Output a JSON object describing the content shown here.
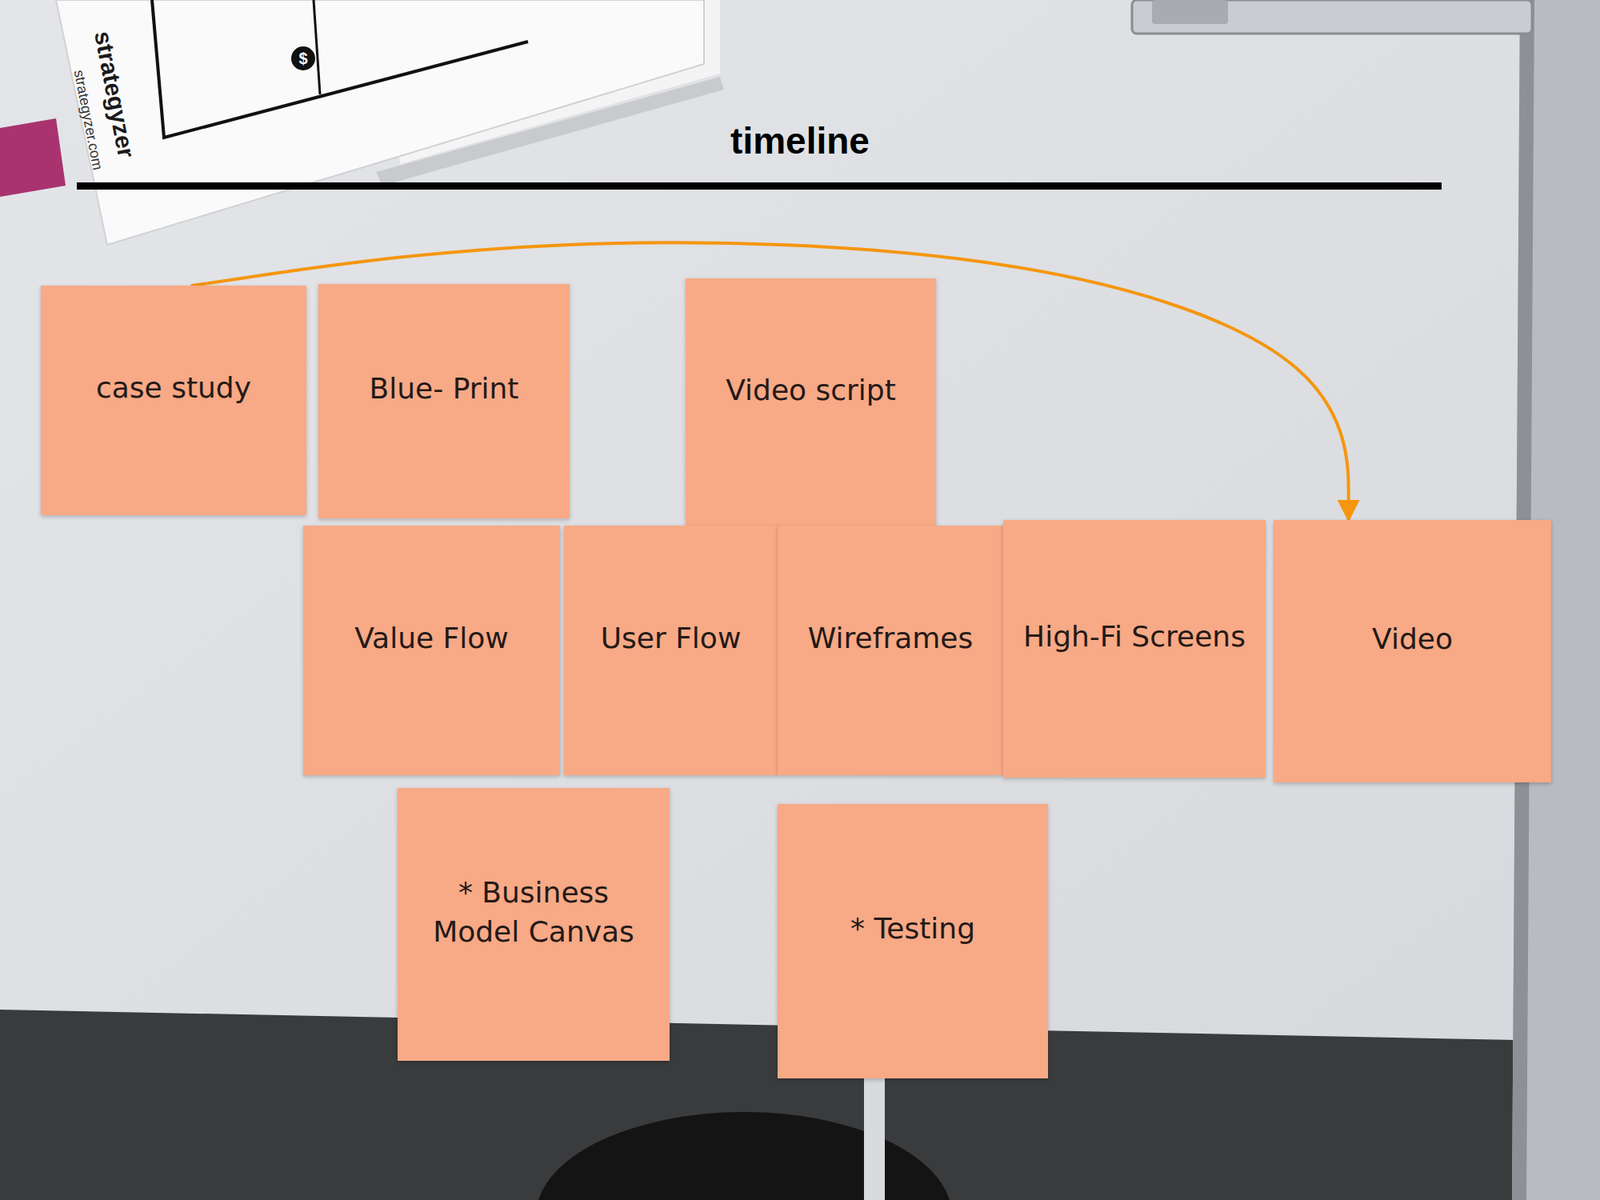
{
  "diagram": {
    "title": "timeline",
    "nodes": [
      {
        "text": [
          "case study"
        ]
      },
      {
        "text": [
          "Blue- Print"
        ]
      },
      {
        "text": [
          "Video script"
        ]
      },
      {
        "text": [
          "Value Flow"
        ]
      },
      {
        "text": [
          "User Flow"
        ]
      },
      {
        "text": [
          "Wireframes"
        ]
      },
      {
        "text": [
          "High-Fi Screens"
        ]
      },
      {
        "text": [
          "Video"
        ]
      },
      {
        "text": [
          "* Business Model Canvas"
        ]
      },
      {
        "text": [
          "* Testing"
        ]
      }
    ],
    "edges": [
      {
        "from": 0,
        "to": 7,
        "arrow": "to"
      }
    ],
    "labels": [
      "strategyzer",
      "strategyzer.com",
      "$"
    ]
  }
}
